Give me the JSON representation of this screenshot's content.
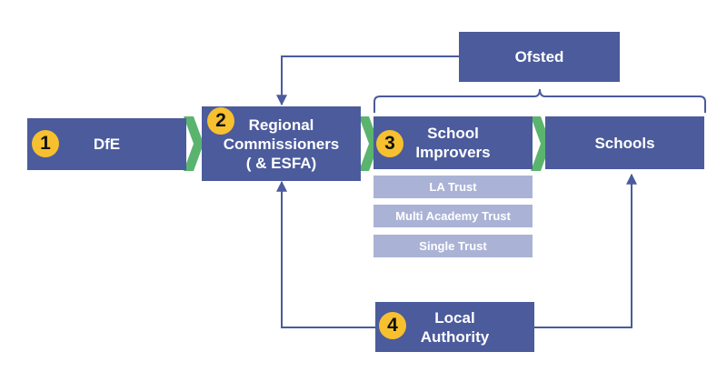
{
  "nodes": {
    "ofsted": {
      "label": "Ofsted"
    },
    "dfe": {
      "label": "DfE",
      "number": "1"
    },
    "regional": {
      "label": "Regional\nCommissioners\n( & ESFA)",
      "number": "2"
    },
    "improvers": {
      "label": "School\nImprovers",
      "number": "3"
    },
    "schools": {
      "label": "Schools"
    },
    "local_authority": {
      "label": "Local\nAuthority",
      "number": "4"
    }
  },
  "trust_types": [
    "LA Trust",
    "Multi Academy Trust",
    "Single Trust"
  ],
  "colors": {
    "box": "#4b5b9c",
    "sub_box": "#aab3d6",
    "connector": "#4b5b9c",
    "chevron": "#5ab46e",
    "badge": "#f6c02f"
  }
}
